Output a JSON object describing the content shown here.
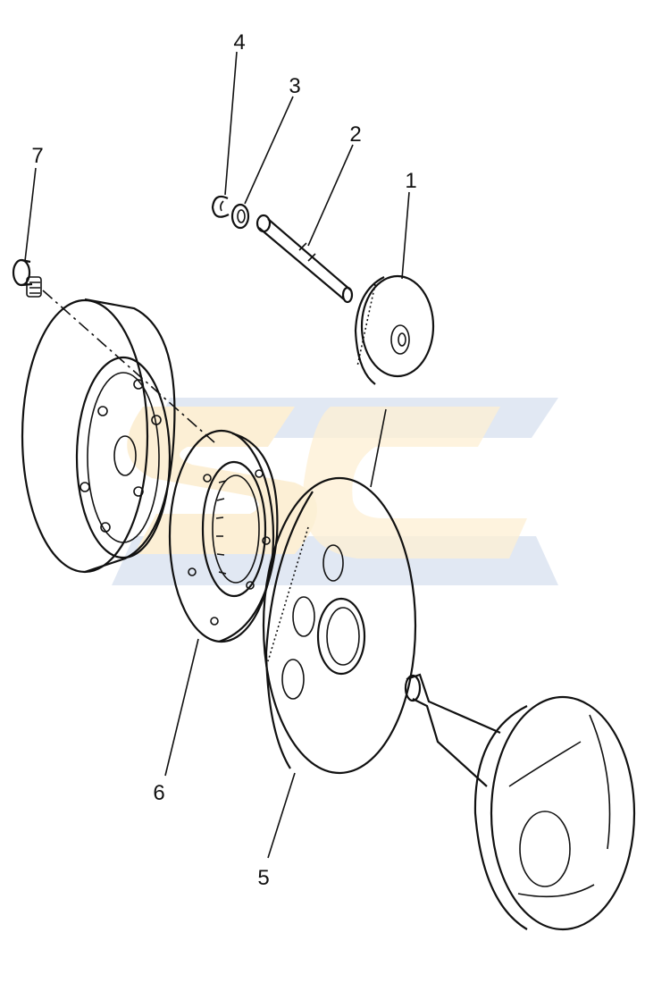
{
  "diagram": {
    "type": "exploded-parts-diagram",
    "callouts": [
      {
        "id": "1",
        "label": "1"
      },
      {
        "id": "2",
        "label": "2"
      },
      {
        "id": "3",
        "label": "3"
      },
      {
        "id": "4",
        "label": "4"
      },
      {
        "id": "5",
        "label": "5"
      },
      {
        "id": "6",
        "label": "6"
      },
      {
        "id": "7",
        "label": "7"
      }
    ],
    "watermark": {
      "text": "SC",
      "colors": {
        "blue": "#c9d6ea",
        "orange": "#fbe3b3"
      }
    },
    "line_color": "#111111"
  }
}
